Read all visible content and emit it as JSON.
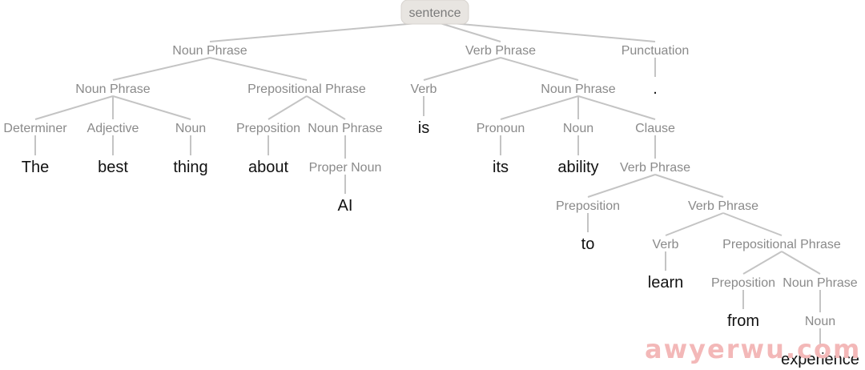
{
  "tree": {
    "label": "sentence",
    "children": [
      {
        "label": "Noun Phrase",
        "children": [
          {
            "label": "Noun Phrase",
            "children": [
              {
                "label": "Determiner",
                "children": [
                  {
                    "label": "The",
                    "word": true
                  }
                ]
              },
              {
                "label": "Adjective",
                "children": [
                  {
                    "label": "best",
                    "word": true
                  }
                ]
              },
              {
                "label": "Noun",
                "children": [
                  {
                    "label": "thing",
                    "word": true
                  }
                ]
              }
            ]
          },
          {
            "label": "Prepositional Phrase",
            "children": [
              {
                "label": "Preposition",
                "children": [
                  {
                    "label": "about",
                    "word": true
                  }
                ]
              },
              {
                "label": "Noun Phrase",
                "children": [
                  {
                    "label": "Proper Noun",
                    "children": [
                      {
                        "label": "AI",
                        "word": true
                      }
                    ]
                  }
                ]
              }
            ]
          }
        ]
      },
      {
        "label": "Verb Phrase",
        "children": [
          {
            "label": "Verb",
            "children": [
              {
                "label": "is",
                "word": true
              }
            ]
          },
          {
            "label": "Noun Phrase",
            "children": [
              {
                "label": "Pronoun",
                "children": [
                  {
                    "label": "its",
                    "word": true
                  }
                ]
              },
              {
                "label": "Noun",
                "children": [
                  {
                    "label": "ability",
                    "word": true
                  }
                ]
              },
              {
                "label": "Clause",
                "children": [
                  {
                    "label": "Verb Phrase",
                    "children": [
                      {
                        "label": "Preposition",
                        "children": [
                          {
                            "label": "to",
                            "word": true
                          }
                        ]
                      },
                      {
                        "label": "Verb Phrase",
                        "children": [
                          {
                            "label": "Verb",
                            "children": [
                              {
                                "label": "learn",
                                "word": true
                              }
                            ]
                          },
                          {
                            "label": "Prepositional Phrase",
                            "children": [
                              {
                                "label": "Preposition",
                                "children": [
                                  {
                                    "label": "from",
                                    "word": true
                                  }
                                ]
                              },
                              {
                                "label": "Noun Phrase",
                                "children": [
                                  {
                                    "label": "Noun",
                                    "children": [
                                      {
                                        "label": "experience",
                                        "word": true
                                      }
                                    ]
                                  }
                                ]
                              }
                            ]
                          }
                        ]
                      }
                    ]
                  }
                ]
              }
            ]
          }
        ]
      },
      {
        "label": "Punctuation",
        "children": [
          {
            "label": ".",
            "word": true
          }
        ]
      }
    ]
  },
  "watermark": "awyerwu.com",
  "colors": {
    "edge": "#c4c4c4",
    "category_text": "#8a8a8a",
    "word_text": "#111111",
    "root_fill": "#e8e5e1",
    "watermark": "#f3b8b8"
  }
}
